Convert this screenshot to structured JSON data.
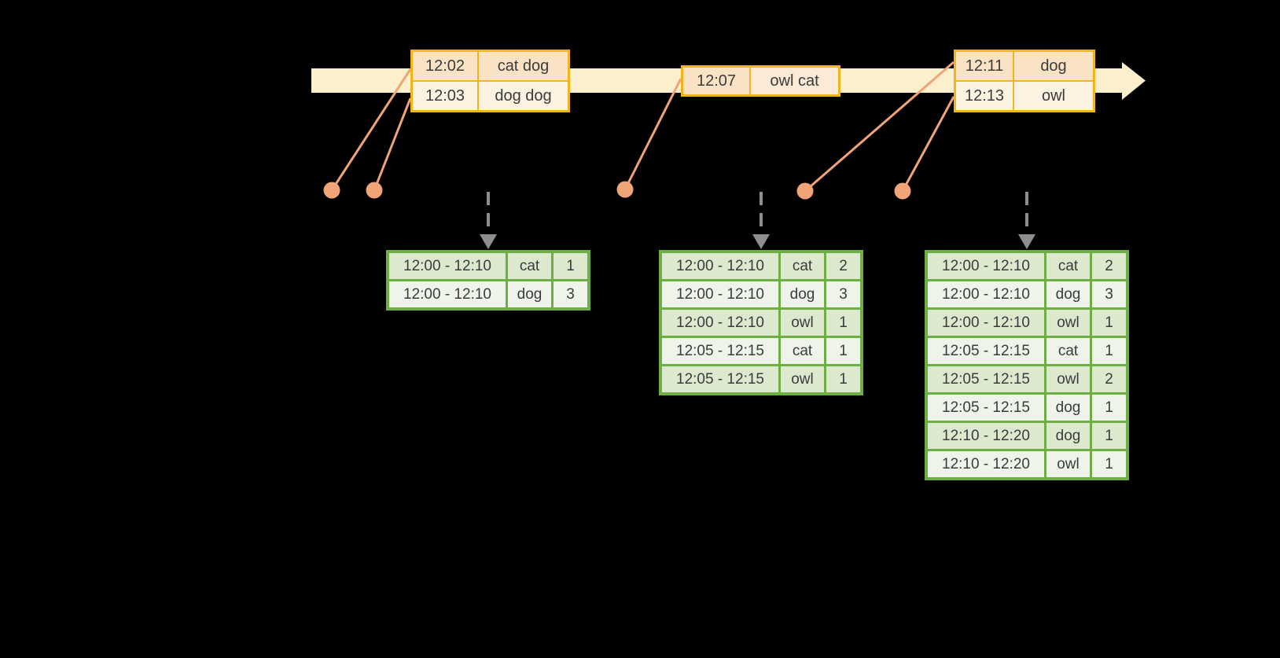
{
  "event_tables": [
    {
      "rows": [
        {
          "time": "12:02",
          "words": "cat dog"
        },
        {
          "time": "12:03",
          "words": "dog dog"
        }
      ]
    },
    {
      "rows": [
        {
          "time": "12:07",
          "words": "owl cat"
        }
      ]
    },
    {
      "rows": [
        {
          "time": "12:11",
          "words": "dog"
        },
        {
          "time": "12:13",
          "words": "owl"
        }
      ]
    }
  ],
  "result_tables": [
    {
      "rows": [
        {
          "window": "12:00 - 12:10",
          "word": "cat",
          "count": "1"
        },
        {
          "window": "12:00 - 12:10",
          "word": "dog",
          "count": "3"
        }
      ]
    },
    {
      "rows": [
        {
          "window": "12:00 - 12:10",
          "word": "cat",
          "count": "2"
        },
        {
          "window": "12:00 - 12:10",
          "word": "dog",
          "count": "3"
        },
        {
          "window": "12:00 - 12:10",
          "word": "owl",
          "count": "1"
        },
        {
          "window": "12:05 - 12:15",
          "word": "cat",
          "count": "1"
        },
        {
          "window": "12:05 - 12:15",
          "word": "owl",
          "count": "1"
        }
      ]
    },
    {
      "rows": [
        {
          "window": "12:00 - 12:10",
          "word": "cat",
          "count": "2"
        },
        {
          "window": "12:00 - 12:10",
          "word": "dog",
          "count": "3"
        },
        {
          "window": "12:00 - 12:10",
          "word": "owl",
          "count": "1"
        },
        {
          "window": "12:05 - 12:15",
          "word": "cat",
          "count": "1"
        },
        {
          "window": "12:05 - 12:15",
          "word": "owl",
          "count": "2"
        },
        {
          "window": "12:05 - 12:15",
          "word": "dog",
          "count": "1"
        },
        {
          "window": "12:10 - 12:20",
          "word": "dog",
          "count": "1"
        },
        {
          "window": "12:10 - 12:20",
          "word": "owl",
          "count": "1"
        }
      ]
    }
  ],
  "colors": {
    "background": "#000000",
    "timeline_fill": "#FBF0CB",
    "event_table_border": "#F1B51C",
    "event_row_dark": "#FAE2C4",
    "event_row_light": "#FCF2E2",
    "connector": "#F0A478",
    "trigger_arrow": "#8E8E8E",
    "result_table_border": "#6FAE45",
    "result_row_dark": "#DDE9CF",
    "result_row_light": "#EFF4EB",
    "text": "#3B3B3B"
  }
}
